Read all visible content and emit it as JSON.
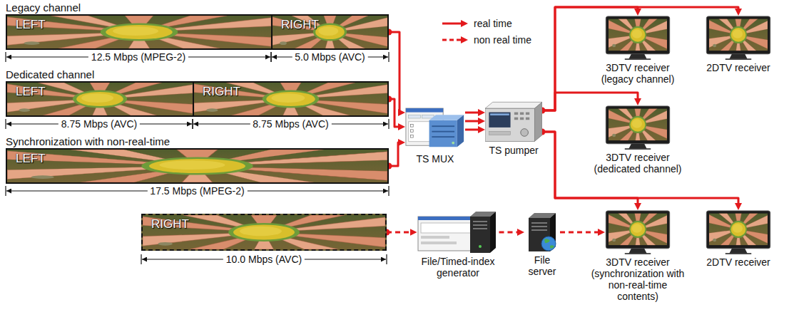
{
  "diagram": {
    "nodes": [
      {
        "text": [
          "Legacy channel"
        ]
      },
      {
        "text": [
          "LEFT"
        ],
        "in": 0
      },
      {
        "text": [
          "RIGHT"
        ],
        "in": 0
      },
      {
        "text": [
          "Dedicated channel"
        ]
      },
      {
        "text": [
          "LEFT"
        ],
        "in": 3
      },
      {
        "text": [
          "RIGHT"
        ],
        "in": 3
      },
      {
        "text": [
          "Synchronization with non-real-time"
        ]
      },
      {
        "text": [
          "LEFT"
        ],
        "in": 6
      },
      {
        "text": [
          "RIGHT"
        ]
      },
      {
        "text": [
          "TS MUX"
        ]
      },
      {
        "text": [
          "TS pumper"
        ]
      },
      {
        "text": [
          "3DTV receiver (legacy channel)"
        ]
      },
      {
        "text": [
          "2DTV receiver"
        ]
      },
      {
        "text": [
          "3DTV receiver (dedicated channel)"
        ]
      },
      {
        "text": [
          "3DTV receiver (synchronization with non-real-time contents)"
        ]
      },
      {
        "text": [
          "2DTV receiver"
        ]
      },
      {
        "text": [
          "File/Timed-index generator"
        ]
      },
      {
        "text": [
          "File server"
        ]
      }
    ],
    "edges": [
      {
        "from": 0,
        "to": 9,
        "arrow": "to"
      },
      {
        "from": 3,
        "to": 9,
        "arrow": "to"
      },
      {
        "from": 6,
        "to": 9,
        "arrow": "to"
      },
      {
        "from": 9,
        "to": 10,
        "arrow": "to"
      },
      {
        "from": 9,
        "to": 10,
        "arrow": "to"
      },
      {
        "from": 9,
        "to": 10,
        "arrow": "to"
      },
      {
        "from": 10,
        "to": 11,
        "arrow": "to"
      },
      {
        "from": 10,
        "to": 12,
        "arrow": "to"
      },
      {
        "from": 10,
        "to": 13,
        "arrow": "to"
      },
      {
        "from": 10,
        "to": 14,
        "arrow": "to"
      },
      {
        "from": 10,
        "to": 15,
        "arrow": "to"
      },
      {
        "from": 8,
        "to": 16,
        "arrow": "to"
      },
      {
        "from": 16,
        "to": 17,
        "arrow": "to"
      },
      {
        "from": 17,
        "to": 14,
        "arrow": "to"
      }
    ],
    "labels": [
      "12.5 Mbps (MPEG-2)",
      "5.0 Mbps (AVC)",
      "8.75 Mbps (AVC)",
      "8.75 Mbps (AVC)",
      "17.5 Mbps (MPEG-2)",
      "10.0 Mbps (AVC)"
    ],
    "legend": [
      {
        "text": "real time"
      },
      {
        "text": "non real time"
      }
    ]
  }
}
